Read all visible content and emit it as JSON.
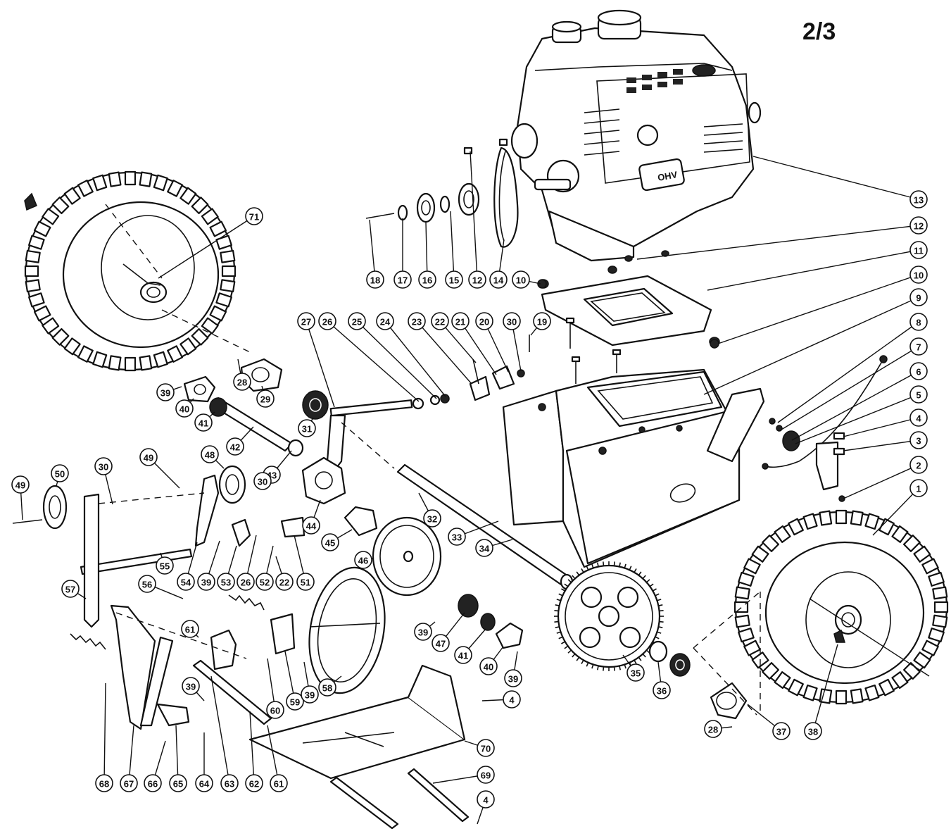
{
  "page_number": "2/3",
  "callouts": [
    {
      "id": "c13",
      "label": "13"
    },
    {
      "id": "c12a",
      "label": "12"
    },
    {
      "id": "c11",
      "label": "11"
    },
    {
      "id": "c10a",
      "label": "10"
    },
    {
      "id": "c9",
      "label": "9"
    },
    {
      "id": "c8",
      "label": "8"
    },
    {
      "id": "c7",
      "label": "7"
    },
    {
      "id": "c6",
      "label": "6"
    },
    {
      "id": "c5",
      "label": "5"
    },
    {
      "id": "c4a",
      "label": "4"
    },
    {
      "id": "c3",
      "label": "3"
    },
    {
      "id": "c2",
      "label": "2"
    },
    {
      "id": "c1",
      "label": "1"
    },
    {
      "id": "c71",
      "label": "71"
    },
    {
      "id": "c18",
      "label": "18"
    },
    {
      "id": "c17",
      "label": "17"
    },
    {
      "id": "c16",
      "label": "16"
    },
    {
      "id": "c15",
      "label": "15"
    },
    {
      "id": "c12b",
      "label": "12"
    },
    {
      "id": "c14",
      "label": "14"
    },
    {
      "id": "c10b",
      "label": "10"
    },
    {
      "id": "c27",
      "label": "27"
    },
    {
      "id": "c26a",
      "label": "26"
    },
    {
      "id": "c25",
      "label": "25"
    },
    {
      "id": "c24",
      "label": "24"
    },
    {
      "id": "c23",
      "label": "23"
    },
    {
      "id": "c22a",
      "label": "22"
    },
    {
      "id": "c21",
      "label": "21"
    },
    {
      "id": "c20",
      "label": "20"
    },
    {
      "id": "c30a",
      "label": "30"
    },
    {
      "id": "c19",
      "label": "19"
    },
    {
      "id": "c28a",
      "label": "28"
    },
    {
      "id": "c29",
      "label": "29"
    },
    {
      "id": "c39a",
      "label": "39"
    },
    {
      "id": "c40a",
      "label": "40"
    },
    {
      "id": "c41a",
      "label": "41"
    },
    {
      "id": "c31",
      "label": "31"
    },
    {
      "id": "c42",
      "label": "42"
    },
    {
      "id": "c43",
      "label": "43"
    },
    {
      "id": "c48",
      "label": "48"
    },
    {
      "id": "c30b",
      "label": "30"
    },
    {
      "id": "c49a",
      "label": "49"
    },
    {
      "id": "c30c",
      "label": "30"
    },
    {
      "id": "c49b",
      "label": "49"
    },
    {
      "id": "c50",
      "label": "50"
    },
    {
      "id": "c44",
      "label": "44"
    },
    {
      "id": "c45",
      "label": "45"
    },
    {
      "id": "c32",
      "label": "32"
    },
    {
      "id": "c33",
      "label": "33"
    },
    {
      "id": "c34",
      "label": "34"
    },
    {
      "id": "c46",
      "label": "46"
    },
    {
      "id": "c54",
      "label": "54"
    },
    {
      "id": "c39b",
      "label": "39"
    },
    {
      "id": "c53",
      "label": "53"
    },
    {
      "id": "c26b",
      "label": "26"
    },
    {
      "id": "c52",
      "label": "52"
    },
    {
      "id": "c22b",
      "label": "22"
    },
    {
      "id": "c51",
      "label": "51"
    },
    {
      "id": "c55",
      "label": "55"
    },
    {
      "id": "c57",
      "label": "57"
    },
    {
      "id": "c56",
      "label": "56"
    },
    {
      "id": "c39c",
      "label": "39"
    },
    {
      "id": "c47",
      "label": "47"
    },
    {
      "id": "c41b",
      "label": "41"
    },
    {
      "id": "c40b",
      "label": "40"
    },
    {
      "id": "c39d",
      "label": "39"
    },
    {
      "id": "c35",
      "label": "35"
    },
    {
      "id": "c36",
      "label": "36"
    },
    {
      "id": "c37",
      "label": "37"
    },
    {
      "id": "c38",
      "label": "38"
    },
    {
      "id": "c28b",
      "label": "28"
    },
    {
      "id": "c61a",
      "label": "61"
    },
    {
      "id": "c60",
      "label": "60"
    },
    {
      "id": "c59",
      "label": "59"
    },
    {
      "id": "c39e",
      "label": "39"
    },
    {
      "id": "c58",
      "label": "58"
    },
    {
      "id": "c4b",
      "label": "4"
    },
    {
      "id": "c39f",
      "label": "39"
    },
    {
      "id": "c70",
      "label": "70"
    },
    {
      "id": "c69",
      "label": "69"
    },
    {
      "id": "c4c",
      "label": "4"
    },
    {
      "id": "c68",
      "label": "68"
    },
    {
      "id": "c67",
      "label": "67"
    },
    {
      "id": "c66",
      "label": "66"
    },
    {
      "id": "c65",
      "label": "65"
    },
    {
      "id": "c64",
      "label": "64"
    },
    {
      "id": "c63",
      "label": "63"
    },
    {
      "id": "c62",
      "label": "62"
    },
    {
      "id": "c61b",
      "label": "61"
    }
  ],
  "engine_badge": "OHV"
}
